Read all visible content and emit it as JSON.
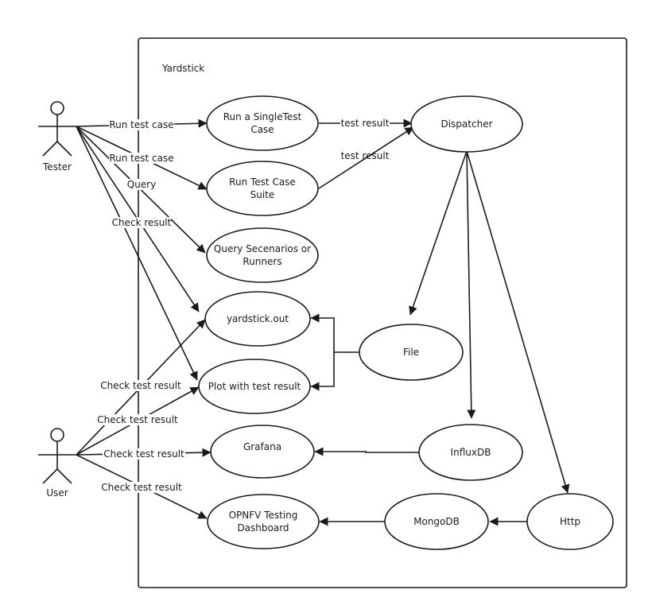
{
  "system": {
    "title": "Yardstick"
  },
  "actors": {
    "tester": "Tester",
    "user": "User"
  },
  "use_cases": {
    "run_single": [
      "Run a SingleTest",
      "Case"
    ],
    "run_suite": [
      "Run Test Case",
      "Suite"
    ],
    "query": [
      "Query Secenarios or",
      "Runners"
    ],
    "yardstick_out": [
      "yardstick.out"
    ],
    "plot": [
      "Plot with test result"
    ],
    "grafana": [
      "Grafana"
    ],
    "dashboard": [
      "OPNFV Testing",
      "Dashboard"
    ],
    "dispatcher": [
      "Dispatcher"
    ],
    "file": [
      "File"
    ],
    "influxdb": [
      "InfluxDB"
    ],
    "http": [
      "Http"
    ],
    "mongodb": [
      "MongoDB"
    ]
  },
  "edge_labels": {
    "tester_run_single": "Run test case",
    "tester_run_suite": "Run test case",
    "tester_query": "Query",
    "tester_check": "Check result",
    "user_check_out": "Check test result",
    "user_check_plot": "Check test result",
    "user_check_grafana": "Check test result",
    "user_check_dashboard": "Check test result",
    "single_test_result": "test result",
    "suite_test_result": "test result"
  },
  "colors": {
    "line": "#1a1a1a",
    "background": "#ffffff"
  }
}
